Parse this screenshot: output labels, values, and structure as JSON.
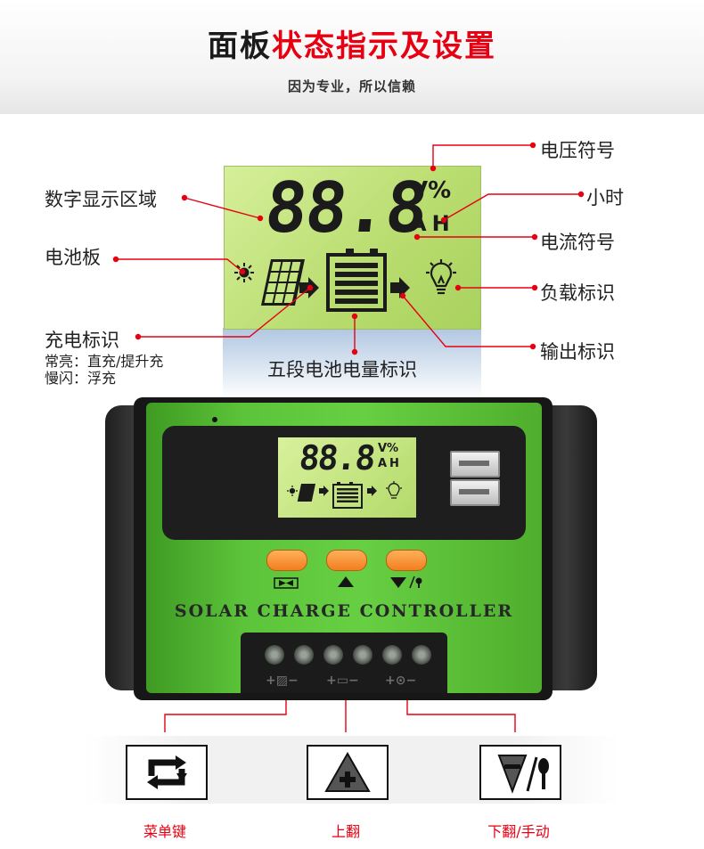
{
  "header": {
    "title_part1": "面板",
    "title_part2": "状态指示及设置",
    "subtitle": "因为专业，所以信赖"
  },
  "lcd": {
    "digits": "88.8",
    "unit_top": "V%",
    "unit_bottom": "AH"
  },
  "callouts": {
    "digit_area": "数字显示区域",
    "solar_panel": "电池板",
    "charge_indicator": "充电标识",
    "charge_steady": "常亮：直充/提升充",
    "charge_blink": "慢闪：浮充",
    "battery_level": "五段电池电量标识",
    "voltage_symbol": "电压符号",
    "hour": "小时",
    "current_symbol": "电流符号",
    "load_indicator": "负载标识",
    "output_indicator": "输出标识"
  },
  "controller": {
    "lcd_digits": "88.8",
    "lcd_unit_top": "V%",
    "lcd_unit_bottom": "AH",
    "brand": "SOLAR CHARGE CONTROLLER",
    "terminals": [
      "+▨−",
      "+▭−",
      "+⊙−"
    ]
  },
  "keys": [
    {
      "label": "菜单键",
      "icon": "menu-cycle-icon"
    },
    {
      "label": "上翻",
      "icon": "up-plus-icon"
    },
    {
      "label": "下翻/手动",
      "icon": "down-manual-icon"
    }
  ],
  "colors": {
    "accent_red": "#e60012",
    "controller_green": "#5cc43a",
    "button_orange": "#f8962f",
    "lcd_green": "#c4e47f"
  }
}
